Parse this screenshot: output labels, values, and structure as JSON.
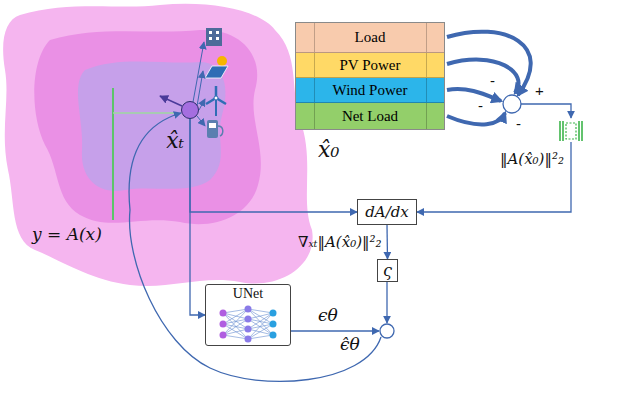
{
  "diagram": {
    "nodes": [
      {
        "text": [
          "x̂ₜ"
        ]
      },
      {
        "text": [
          "x̂₀"
        ]
      },
      {
        "text": [
          "Load"
        ],
        "in": 1
      },
      {
        "text": [
          "PV Power"
        ],
        "in": 1
      },
      {
        "text": [
          "Wind Power"
        ],
        "in": 1
      },
      {
        "text": [
          "Net Load"
        ],
        "in": 1
      },
      {
        "text": [
          "‖A(x̂₀)‖²₂"
        ]
      },
      {
        "text": [
          "dA/dx"
        ]
      },
      {
        "text": [
          "ς"
        ]
      },
      {
        "text": [
          "UNet"
        ]
      }
    ],
    "edges": [
      {
        "from": 0,
        "to": 7,
        "arrow": "to"
      },
      {
        "from": 0,
        "to": 9,
        "arrow": "to"
      },
      {
        "from": 6,
        "to": 7,
        "arrow": "to"
      },
      {
        "from": 7,
        "to": 8,
        "label": "∇ₓₜ‖A(x̂₀)‖²₂",
        "arrow": "to"
      }
    ],
    "labels": [
      "y = A(x)",
      "+",
      "-",
      "-",
      "-",
      "ϵθ",
      "ϵ̂θ"
    ]
  }
}
